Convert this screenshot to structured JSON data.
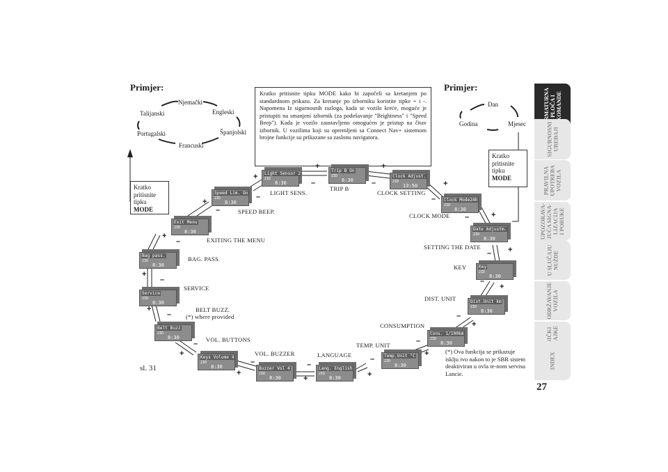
{
  "left_example": {
    "title": "Primjer:",
    "languages": [
      "Njemački",
      "Engleski",
      "Talijanski",
      "Španjolski",
      "Portugalski",
      "Francuski"
    ]
  },
  "right_example": {
    "title": "Primjer:",
    "items": [
      "Dan",
      "Godina",
      "Mjesec"
    ]
  },
  "instructions": "Kratko pritisnite tipku MODE kako bi započeli sa kretanjem po standardnom prikazu. Za kretanje po izborniku koristite tipke + i -. Napomena Iz sigurnosnih razloga, kada se vozilo kreće, moguće je pristupiti na smanjeni izbornik (za podešavanje \"Brightness\" i \"Speed Beep\"). Kada je vozilo zaustavljeno omogućen je pristup na čitav izbornik. U vozilima koji su opremljeni sa Connect Nav+ sistemom brojne funkcije su prikazane sa zaslonu navigatora.",
  "press_mode_left": {
    "l1": "Kratko",
    "l2": "pritisnite",
    "l3": "tipku",
    "l4": "MODE"
  },
  "press_mode_right": {
    "l1": "Kratko",
    "l2": "pritisnite",
    "l3": "tipku",
    "l4": "MODE"
  },
  "screens": {
    "light_sensor": {
      "line1": "Light Sensor 2",
      "line2": "2ID",
      "line3": "8:30"
    },
    "trip_b": {
      "line1": "Trip B     On",
      "line2": "2ID",
      "line3": "8:30"
    },
    "clock_adjust": {
      "line1": "Clock Adjust.",
      "line2": "2ID",
      "line3": "13:50"
    },
    "speed_lim": {
      "line1": "Speed Lim. On",
      "line2": "2ID",
      "line3": "8:30"
    },
    "clock_mode": {
      "line1": "Clock Mode24h",
      "line2": "2ID",
      "line3": "8:30"
    },
    "exit_menu": {
      "line1": "  Exit Menu",
      "line2": "2ID",
      "line3": "8:30"
    },
    "date_adjust": {
      "line1": "Date Adjustm.",
      "line2": "2ID",
      "line3": "8:30"
    },
    "bag_pass": {
      "line1": " Bag pass.",
      "line2": "2ID",
      "line3": "8:30"
    },
    "key": {
      "line1": "    Key",
      "line2": "2ID",
      "line3": "8:30"
    },
    "service": {
      "line1": "  Service",
      "line2": "2ID",
      "line3": "8:30"
    },
    "dist_unit": {
      "line1": "Dist.Unit km",
      "line2": "2ID",
      "line3": "8:30"
    },
    "belt_buzz": {
      "line1": " Belt Buzz",
      "line2": "2ID",
      "line3": "8:30"
    },
    "cons": {
      "line1": "Cons. 1/100km",
      "line2": "2ID",
      "line3": "8:30"
    },
    "keys_volume": {
      "line1": "Keys Volume 4",
      "line2": "2ID",
      "line3": "8:30"
    },
    "temp_unit": {
      "line1": "Temp.Unit °C",
      "line2": "2ID",
      "line3": "8:30"
    },
    "buzzer_vol": {
      "line1": "Buzzer Vol 4",
      "line2": "2ID",
      "line3": "8:30"
    },
    "lang": {
      "line1": "Lang. English",
      "line2": "2ID",
      "line3": "8:30"
    }
  },
  "labels": {
    "light_sens": "LIGHT SENS.",
    "trip_b": "TRIP B",
    "clock_setting": "CLOCK   SETTING",
    "speed_beep": "SPEED BEEP.",
    "clock_mode": "CLOCK MODE",
    "exiting_menu": "EXITING THE MENU",
    "setting_date": "SETTING  THE  DATE",
    "bag_pass": "BAG. PASS.",
    "key": "KEY",
    "service": "SERVICE",
    "dist_unit": "DIST.   UNIT",
    "belt_buzz": "BELT BUZZ.",
    "where_provided": "(*) where provided",
    "consumption": "CONSUMPTION",
    "vol_buttons": "VOL. BUTTONS",
    "temp_unit": "TEMP. UNIT",
    "vol_buzzer": "VOL. BUZZER",
    "language": "LANGUAGE"
  },
  "footnote": "(*) Ova funkcija se prikazuje isklju ivo nakon  to je SBR sistem deaktiviran u ovla te-nom servisu Lancie.",
  "figure_label": "sl. 31",
  "page_number": "27",
  "side_tabs": [
    {
      "label": "ARMATURNA\nPLOČA I\nKOMANDE",
      "active": true
    },
    {
      "label": "SIGURNOSNI\nUREĐAJI",
      "active": false
    },
    {
      "label": "PRAVILNA\nUPOTREBA\nVOZILA",
      "active": false
    },
    {
      "label": "UPOZORAVA-\nJUĆA SIGNA-\nLIZACIJA\nI PORUKE",
      "active": false
    },
    {
      "label": "U SLUČAJU\nNUŽDE",
      "active": false
    },
    {
      "label": "ODRŽAVANJE\nVOZILA",
      "active": false
    },
    {
      "label": "TEHNIČKI\nZNAČAJKE",
      "active": false
    },
    {
      "label": "INDEX",
      "active": false
    }
  ]
}
